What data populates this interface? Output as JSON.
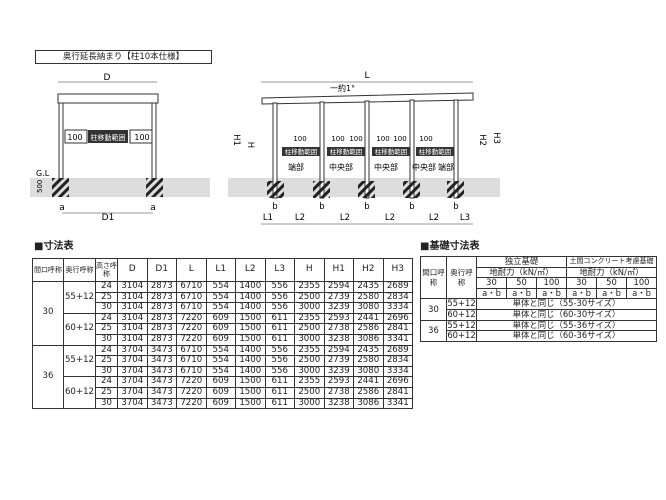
{
  "diagram_left": {
    "title": "奥行延長納まり【柱10本仕様】",
    "D": "D",
    "D1": "D1",
    "a": "a",
    "GL": "G.L",
    "depth500": "500",
    "arrow": "100",
    "range": "柱移動範囲"
  },
  "diagram_right": {
    "L": "L",
    "slope": "一約1°",
    "H": "H",
    "H1": "H1",
    "H2": "H2",
    "H3": "H3",
    "b": "b",
    "L1": "L1",
    "L2": "L2",
    "L3": "L3",
    "arrow": "100",
    "range": "柱移動範囲",
    "end": "端部",
    "center": "中央部"
  },
  "size_table": {
    "title": "■寸法表",
    "headers": [
      "間口呼称",
      "奥行呼称",
      "高さ呼称",
      "D",
      "D1",
      "L",
      "L1",
      "L2",
      "L3",
      "H",
      "H1",
      "H2",
      "H3"
    ],
    "groups": [
      {
        "width": "30",
        "depths": [
          {
            "depth": "55+12",
            "rows": [
              [
                "24",
                "3104",
                "2873",
                "6710",
                "554",
                "1400",
                "556",
                "2355",
                "2594",
                "2435",
                "2689"
              ],
              [
                "25",
                "3104",
                "2873",
                "6710",
                "554",
                "1400",
                "556",
                "2500",
                "2739",
                "2580",
                "2834"
              ],
              [
                "30",
                "3104",
                "2873",
                "6710",
                "554",
                "1400",
                "556",
                "3000",
                "3239",
                "3080",
                "3334"
              ]
            ]
          },
          {
            "depth": "60+12",
            "rows": [
              [
                "24",
                "3104",
                "2873",
                "7220",
                "609",
                "1500",
                "611",
                "2355",
                "2593",
                "2441",
                "2696"
              ],
              [
                "25",
                "3104",
                "2873",
                "7220",
                "609",
                "1500",
                "611",
                "2500",
                "2738",
                "2586",
                "2841"
              ],
              [
                "30",
                "3104",
                "2873",
                "7220",
                "609",
                "1500",
                "611",
                "3000",
                "3238",
                "3086",
                "3341"
              ]
            ]
          }
        ]
      },
      {
        "width": "36",
        "depths": [
          {
            "depth": "55+12",
            "rows": [
              [
                "24",
                "3704",
                "3473",
                "6710",
                "554",
                "1400",
                "556",
                "2355",
                "2594",
                "2435",
                "2689"
              ],
              [
                "25",
                "3704",
                "3473",
                "6710",
                "554",
                "1400",
                "556",
                "2500",
                "2739",
                "2580",
                "2834"
              ],
              [
                "30",
                "3704",
                "3473",
                "6710",
                "554",
                "1400",
                "556",
                "3000",
                "3239",
                "3080",
                "3334"
              ]
            ]
          },
          {
            "depth": "60+12",
            "rows": [
              [
                "24",
                "3704",
                "3473",
                "7220",
                "609",
                "1500",
                "611",
                "2355",
                "2593",
                "2441",
                "2696"
              ],
              [
                "25",
                "3704",
                "3473",
                "7220",
                "609",
                "1500",
                "611",
                "2500",
                "2738",
                "2586",
                "2841"
              ],
              [
                "30",
                "3704",
                "3473",
                "7220",
                "609",
                "1500",
                "611",
                "3000",
                "3238",
                "3086",
                "3341"
              ]
            ]
          }
        ]
      }
    ]
  },
  "foundation_table": {
    "title": "■基礎寸法表",
    "h_width": "間口呼称",
    "h_depth": "奥行呼称",
    "type1": "独立基礎",
    "type2": "土間コンクリート考慮基礎",
    "bearing": "地耐力（kN/㎡）",
    "loads": [
      "30",
      "50",
      "100"
    ],
    "ab": "a・b",
    "rows": [
      {
        "width": "30",
        "depth": "55+12",
        "note": "単体と同じ（55-30サイズ）"
      },
      {
        "width": "30",
        "depth": "60+12",
        "note": "単体と同じ（60-30サイズ）"
      },
      {
        "width": "36",
        "depth": "55+12",
        "note": "単体と同じ（55-36サイズ）"
      },
      {
        "width": "36",
        "depth": "60+12",
        "note": "単体と同じ（60-36サイズ）"
      }
    ]
  }
}
